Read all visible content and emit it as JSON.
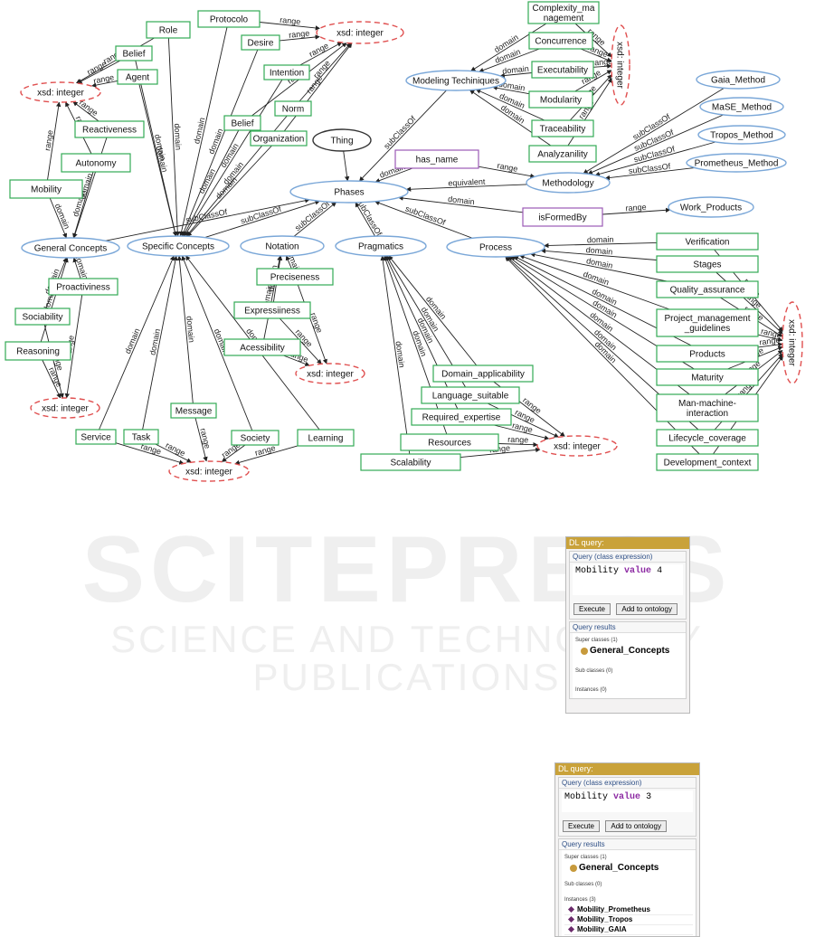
{
  "colors": {
    "class_node_stroke": "#7aa7d8",
    "datatype_node_stroke": "#e05050",
    "property_box_stroke": "#33aa55",
    "annotation_box_stroke": "#9b59b6",
    "edge": "#222222",
    "watermark": "#efefef",
    "panel_title_bg": "#c9a23a"
  },
  "watermark": {
    "line1": "SCITEPRESS",
    "line2": "SCIENCE AND TECHNOLOGY PUBLICATIONS"
  },
  "diagram": {
    "class_nodes": [
      {
        "id": "modeling_techniques",
        "label": "Modeling Techiniques"
      },
      {
        "id": "gaia_method",
        "label": "Gaia_Method"
      },
      {
        "id": "mase_method",
        "label": "MaSE_Method"
      },
      {
        "id": "tropos_method",
        "label": "Tropos_Method"
      },
      {
        "id": "prometheus_method",
        "label": "Prometheus_Method"
      },
      {
        "id": "methodology",
        "label": "Methodology"
      },
      {
        "id": "phases",
        "label": "Phases"
      },
      {
        "id": "work_products",
        "label": "Work_Products"
      },
      {
        "id": "general_concepts",
        "label": "General Concepts"
      },
      {
        "id": "specific_concepts",
        "label": "Specific Concepts"
      },
      {
        "id": "notation",
        "label": "Notation"
      },
      {
        "id": "pragmatics",
        "label": "Pragmatics"
      },
      {
        "id": "process",
        "label": "Process"
      }
    ],
    "thing_node": {
      "id": "thing",
      "label": "Thing"
    },
    "datatype_nodes": [
      {
        "id": "xsd_top",
        "label": "xsd: integer"
      },
      {
        "id": "xsd_left",
        "label": "xsd: integer"
      },
      {
        "id": "xsd_mt",
        "label": "xsd: integer"
      },
      {
        "id": "xsd_proc",
        "label": "xsd: integer"
      },
      {
        "id": "xsd_gc",
        "label": "xsd: integer"
      },
      {
        "id": "xsd_sc",
        "label": "xsd: integer"
      },
      {
        "id": "xsd_not",
        "label": "xsd: integer"
      },
      {
        "id": "xsd_prag",
        "label": "xsd: integer"
      }
    ],
    "property_boxes": [
      {
        "id": "p_role",
        "label": "Role"
      },
      {
        "id": "p_protocolo",
        "label": "Protocolo"
      },
      {
        "id": "p_belief_a",
        "label": "Belief"
      },
      {
        "id": "p_agent",
        "label": "Agent"
      },
      {
        "id": "p_desire",
        "label": "Desire"
      },
      {
        "id": "p_intention",
        "label": "Intention"
      },
      {
        "id": "p_norm",
        "label": "Norm"
      },
      {
        "id": "p_belief_b",
        "label": "Belief"
      },
      {
        "id": "p_organization",
        "label": "Organization"
      },
      {
        "id": "p_reactiveness",
        "label": "Reactiveness"
      },
      {
        "id": "p_autonomy",
        "label": "Autonomy"
      },
      {
        "id": "p_mobility",
        "label": "Mobility"
      },
      {
        "id": "p_complexity",
        "label": "Complexity_ma\nnagement"
      },
      {
        "id": "p_concurrence",
        "label": "Concurrence"
      },
      {
        "id": "p_executability",
        "label": "Executability"
      },
      {
        "id": "p_modularity",
        "label": "Modularity"
      },
      {
        "id": "p_traceability",
        "label": "Traceability"
      },
      {
        "id": "p_analyzability",
        "label": "Analyzanility"
      },
      {
        "id": "p_proactiveness",
        "label": "Proactiviness"
      },
      {
        "id": "p_sociability",
        "label": "Sociability"
      },
      {
        "id": "p_reasoning",
        "label": "Reasoning"
      },
      {
        "id": "p_preciseness",
        "label": "Preciseness"
      },
      {
        "id": "p_expressiveness",
        "label": "Expressiiness"
      },
      {
        "id": "p_accessibility",
        "label": "Acessibility"
      },
      {
        "id": "p_domain_applicability",
        "label": "Domain_applicability"
      },
      {
        "id": "p_language_suitable",
        "label": "Language_suitable"
      },
      {
        "id": "p_required_expertise",
        "label": "Required_expertise"
      },
      {
        "id": "p_resources",
        "label": "Resources"
      },
      {
        "id": "p_scalability",
        "label": "Scalability"
      },
      {
        "id": "p_service",
        "label": "Service"
      },
      {
        "id": "p_task",
        "label": "Task"
      },
      {
        "id": "p_message",
        "label": "Message"
      },
      {
        "id": "p_society",
        "label": "Society"
      },
      {
        "id": "p_learning",
        "label": "Learning"
      },
      {
        "id": "p_verification",
        "label": "Verification"
      },
      {
        "id": "p_stages",
        "label": "Stages"
      },
      {
        "id": "p_quality",
        "label": "Quality_assurance"
      },
      {
        "id": "p_project_mgmt",
        "label": "Project_management\n_guidelines"
      },
      {
        "id": "p_products",
        "label": "Products"
      },
      {
        "id": "p_maturity",
        "label": "Maturity"
      },
      {
        "id": "p_man_machine",
        "label": "Man-machine-\ninteraction"
      },
      {
        "id": "p_lifecycle",
        "label": "Lifecycle_coverage"
      },
      {
        "id": "p_dev_context",
        "label": "Development_context"
      }
    ],
    "annotation_boxes": [
      {
        "id": "a_has_name",
        "label": "has_name"
      },
      {
        "id": "a_is_formed_by",
        "label": "isFormedBy"
      }
    ],
    "edge_labels": {
      "domain": "domain",
      "range": "range",
      "subclassof": "subClassOf",
      "equivalent": "equivalent"
    }
  },
  "panel1": {
    "title": "DL query:",
    "query_header": "Query (class expression)",
    "query_subject": "Mobility",
    "query_keyword": "value",
    "query_value": "4",
    "execute_button": "Execute",
    "add_button": "Add to ontology",
    "results_header": "Query results",
    "super_label": "Super classes (1)",
    "super_class": "General_Concepts",
    "sub_label": "Sub classes (0)",
    "inst_label": "Instances (0)"
  },
  "panel2": {
    "title": "DL query:",
    "query_header": "Query (class expression)",
    "query_subject": "Mobility",
    "query_keyword": "value",
    "query_value": "3",
    "execute_button": "Execute",
    "add_button": "Add to ontology",
    "results_header": "Query results",
    "super_label": "Super classes (1)",
    "super_class": "General_Concepts",
    "sub_label": "Sub classes (0)",
    "inst_label": "Instances (3)",
    "instances": [
      "Mobility_Prometheus",
      "Mobility_Tropos",
      "Mobility_GAIA"
    ]
  }
}
